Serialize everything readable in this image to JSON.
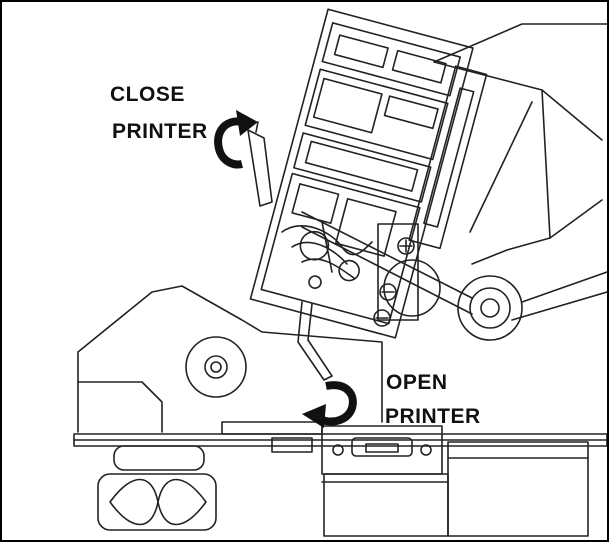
{
  "labels": {
    "close_line1": "CLOSE",
    "close_line2": "PRINTER",
    "open_line1": "OPEN",
    "open_line2": "PRINTER"
  },
  "icons": {
    "close_arrow": "curved-arrow-icon",
    "open_arrow": "curved-arrow-icon"
  },
  "colors": {
    "line": "#222222",
    "arrow": "#111111",
    "background": "#ffffff"
  }
}
